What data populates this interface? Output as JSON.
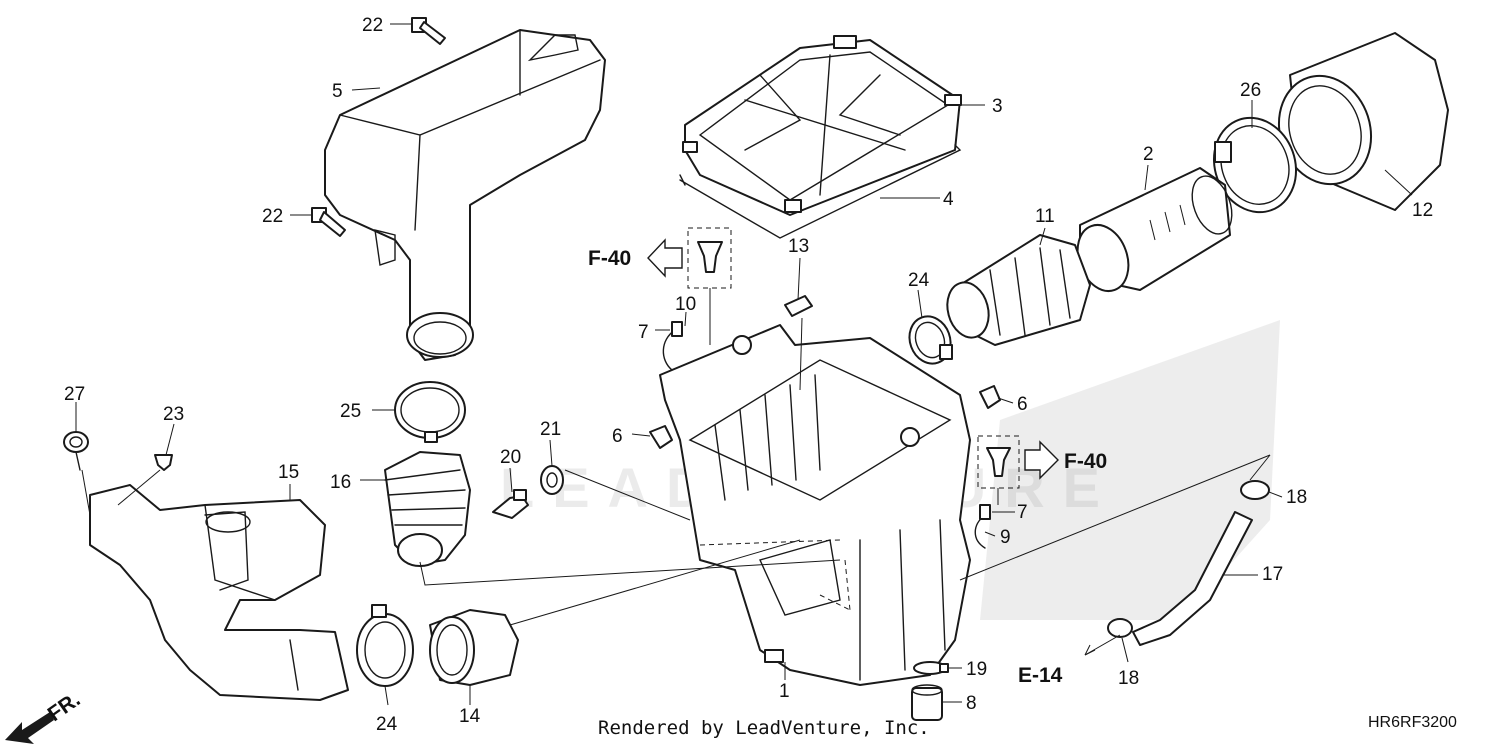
{
  "diagram": {
    "callouts": {
      "c1": "1",
      "c2": "2",
      "c3": "3",
      "c4": "4",
      "c5": "5",
      "c6a": "6",
      "c6b": "6",
      "c7a": "7",
      "c7b": "7",
      "c8": "8",
      "c9": "9",
      "c10": "10",
      "c11": "11",
      "c12": "12",
      "c13": "13",
      "c14": "14",
      "c15": "15",
      "c16": "16",
      "c17": "17",
      "c18a": "18",
      "c18b": "18",
      "c19": "19",
      "c20": "20",
      "c21": "21",
      "c22a": "22",
      "c22b": "22",
      "c23": "23",
      "c24a": "24",
      "c24b": "24",
      "c25": "25",
      "c26": "26",
      "c27": "27"
    },
    "refs": {
      "f40_left": "F-40",
      "f40_right": "F-40",
      "e14": "E-14",
      "front": "FR."
    },
    "watermark": "LEADVENTURE",
    "footer": "Rendered by LeadVenture, Inc.",
    "diagram_code": "HR6RF3200"
  }
}
